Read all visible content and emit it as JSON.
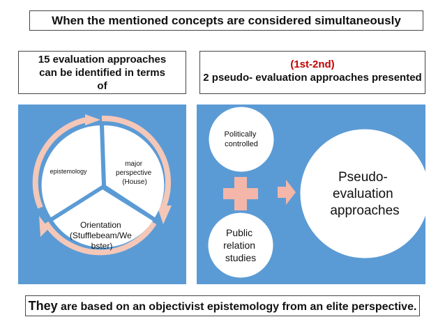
{
  "title": "When the mentioned concepts are considered simultaneously",
  "left_box": {
    "line1": "15 evaluation approaches",
    "line2": "can be identified in terms",
    "line3": "of"
  },
  "right_box": {
    "line1": "(1st-2nd)",
    "line2": "2 pseudo- evaluation approaches presented"
  },
  "cycle": {
    "segments": [
      {
        "lines": [
          "epistemology"
        ]
      },
      {
        "lines": [
          "major",
          "perspective",
          "(House)"
        ]
      },
      {
        "lines": [
          "Orientation",
          "(Stufflebeam/We",
          "bster)"
        ]
      }
    ]
  },
  "equation": {
    "circle1": [
      "Politically",
      "controlled"
    ],
    "circle2": [
      "Public",
      "relation",
      "studies"
    ],
    "result": [
      "Pseudo-",
      "evaluation",
      "approaches"
    ]
  },
  "bottom": {
    "bold": "They",
    "rest": " are based on an objectivist epistemology from an elite perspective."
  },
  "colors": {
    "panel": "#5b9bd5",
    "arrow": "#f4c7b8",
    "accent_red": "#c00000"
  }
}
